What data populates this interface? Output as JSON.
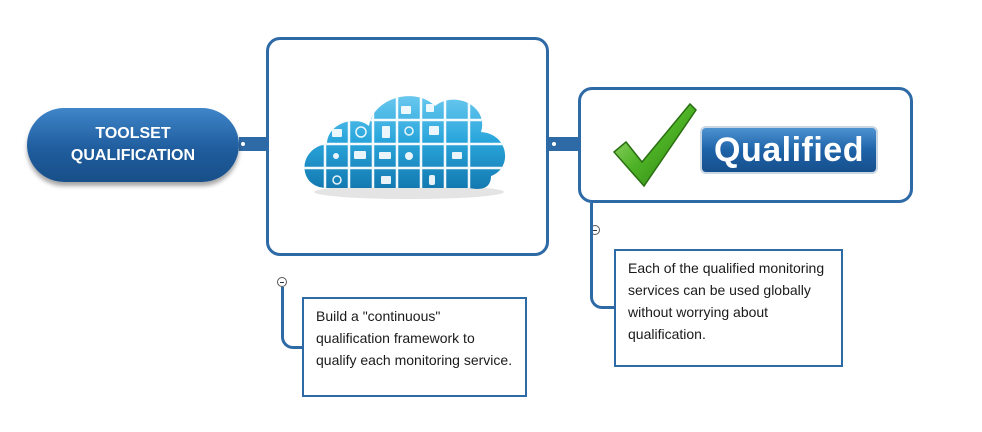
{
  "root": {
    "title_line1": "TOOLSET",
    "title_line2": "QUALIFICATION"
  },
  "badge": {
    "label": "Qualified"
  },
  "notes": {
    "left": "Build a \"continuous\" qualification framework to qualify each monitoring service.",
    "right": "Each of the qualified monitoring services can be used globally without worrying about qualification."
  },
  "colors": {
    "accent": "#2e6aa6",
    "node_fill": "#1f5d9e",
    "check_green": "#3a9a1c"
  },
  "icons": [
    "cloud-services-icon",
    "checkmark-icon",
    "collapse-icon"
  ]
}
